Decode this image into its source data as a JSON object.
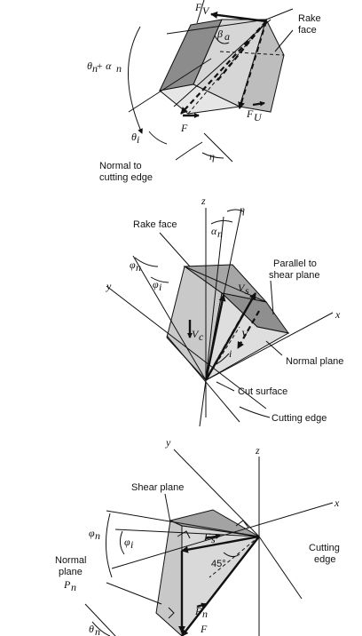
{
  "figure_a": {
    "labels": {
      "fv": "F",
      "fv_sub": "V",
      "rake_face": [
        "Rake",
        "face"
      ],
      "beta": "β",
      "beta_sub": "a",
      "theta_alpha": "θ",
      "theta_alpha_rest": " + α",
      "theta_alpha_sub1": "n",
      "theta_alpha_sub2": "n",
      "fu": "F",
      "fu_sub": "U",
      "f": "F",
      "theta_i": "θ",
      "theta_i_sub": "i",
      "eta": "η",
      "normal_to_cutting_edge": [
        "Normal to",
        "cutting edge"
      ]
    }
  },
  "figure_b": {
    "labels": {
      "z": "z",
      "eta": "η",
      "rake_face": "Rake face",
      "alpha_n": "α",
      "alpha_n_sub": "n",
      "phi_n": "φ",
      "phi_n_sub": "n",
      "parallel_to_shear_plane": [
        "Parallel to",
        "shear plane"
      ],
      "y": "y",
      "phi_i": "φ",
      "phi_i_sub": "i",
      "vs": "V",
      "vs_sub": "s",
      "x": "x",
      "vc": "V",
      "vc_sub": "c",
      "v": "V",
      "i": "i",
      "normal_plane": "Normal plane",
      "cut_surface": "Cut surface",
      "cutting_edge": "Cutting edge"
    }
  },
  "figure_c": {
    "labels": {
      "y": "y",
      "z": "z",
      "shear_plane": "Shear plane",
      "x": "x",
      "phi_n": "φ",
      "phi_n_sub": "n",
      "phi_i": "φ",
      "phi_i_sub": "i",
      "fs": "F",
      "fs_sub": "s",
      "cutting_edge": [
        "Cutting",
        "edge"
      ],
      "normal_plane": [
        "Normal",
        "plane"
      ],
      "pn": "P",
      "pn_sub": "n",
      "deg45": "45°",
      "fn": "F",
      "fn_sub": "n",
      "theta_n": "θ",
      "theta_n_sub": "n",
      "f": "F"
    }
  }
}
